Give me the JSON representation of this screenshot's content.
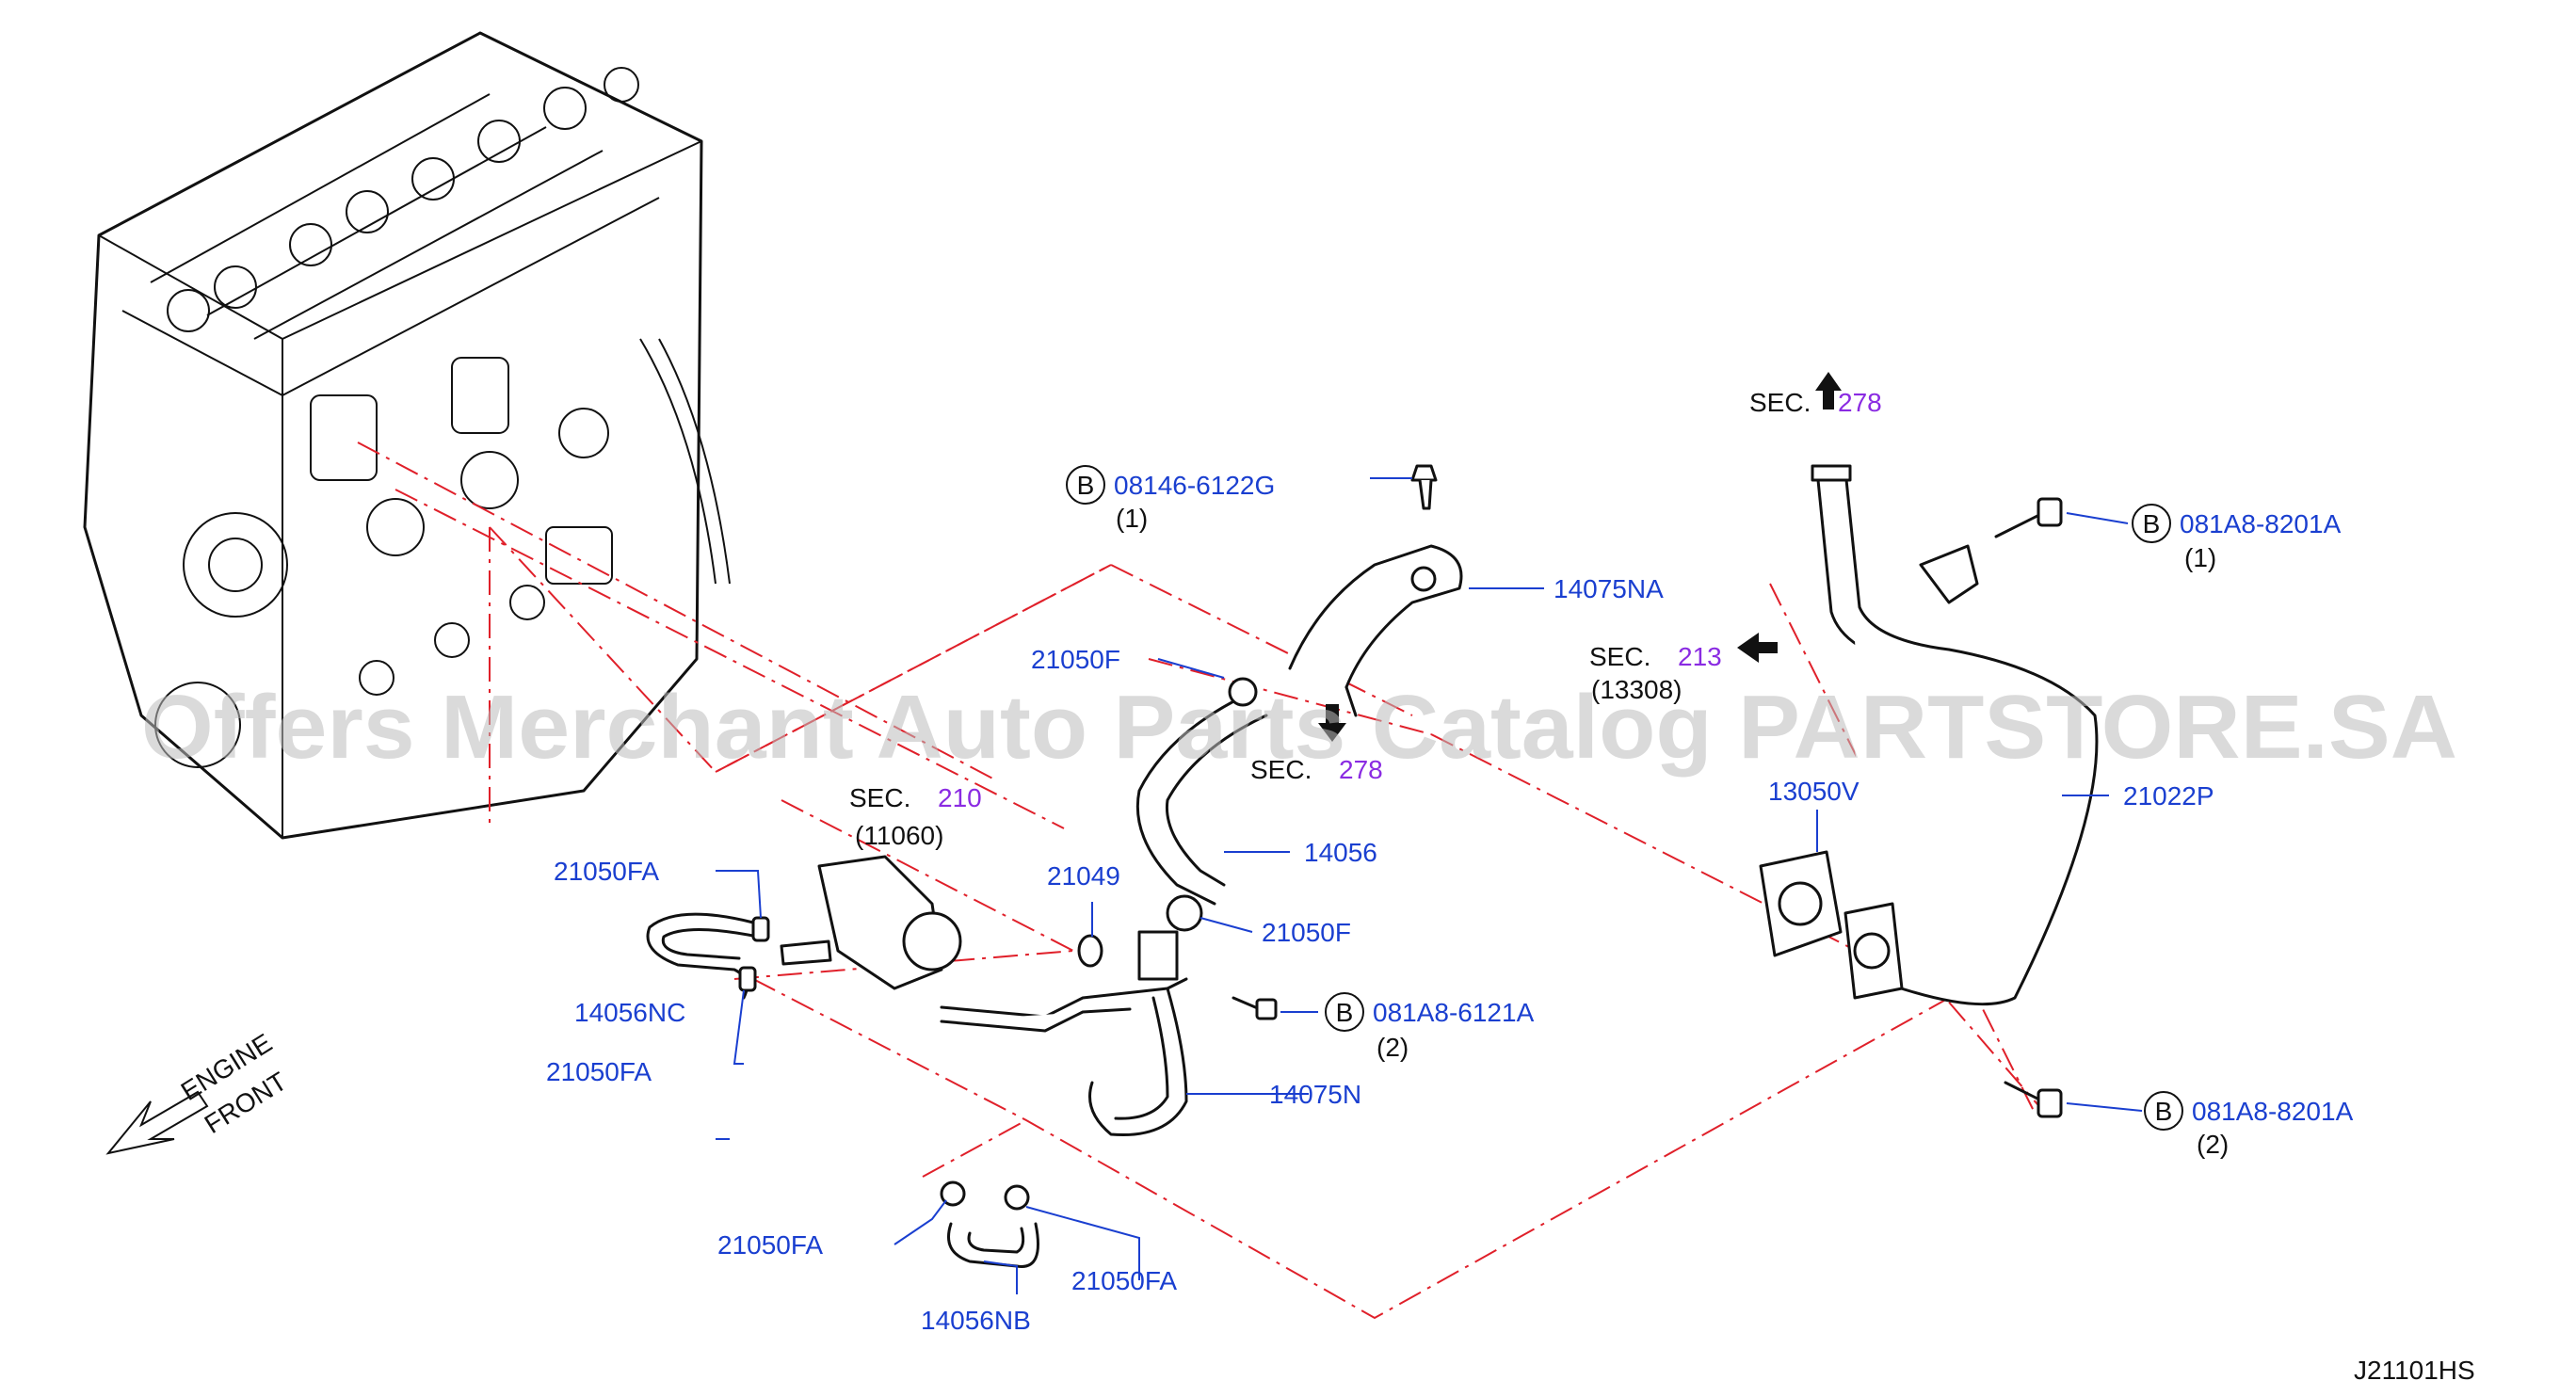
{
  "callouts": [
    {
      "id": "b-08146",
      "badge": "B",
      "part_no": "08146-6122G",
      "qty": "(1)"
    },
    {
      "id": "b-081a8-8201a-1",
      "badge": "B",
      "part_no": "081A8-8201A",
      "qty": "(1)"
    },
    {
      "id": "b-081a8-6121a",
      "badge": "B",
      "part_no": "081A8-6121A",
      "qty": "(2)"
    },
    {
      "id": "b-081a8-8201a-2",
      "badge": "B",
      "part_no": "081A8-8201A",
      "qty": "(2)"
    }
  ],
  "part_labels": {
    "p14075NA": "14075NA",
    "p21050F_top": "21050F",
    "p14056": "14056",
    "p21049": "21049",
    "p21050F_mid": "21050F",
    "p14075N": "14075N",
    "p21050FA_left1": "21050FA",
    "p14056NC": "14056NC",
    "p21050FA_left2": "21050FA",
    "p21050FA_bot1": "21050FA",
    "p21050FA_bot2": "21050FA",
    "p14056NB": "14056NB",
    "p13050V": "13050V",
    "p21022P": "21022P"
  },
  "sections": {
    "sec278_top": {
      "prefix": "SEC.",
      "num": "278"
    },
    "sec213": {
      "prefix": "SEC.",
      "num": "213",
      "sub": "(13308)"
    },
    "sec278_mid": {
      "prefix": "SEC.",
      "num": "278"
    },
    "sec210": {
      "prefix": "SEC.",
      "num": "210",
      "sub": "(11060)"
    }
  },
  "engine_front": {
    "line1": "ENGINE",
    "line2": "FRONT"
  },
  "watermark": "Offers Merchant Auto Parts Catalog PARTSTORE.SA",
  "diagram_code": "J21101HS",
  "colors": {
    "label_blue": "#1a3fd0",
    "section_purple": "#8a2be2",
    "reference_red": "#e0202a"
  }
}
